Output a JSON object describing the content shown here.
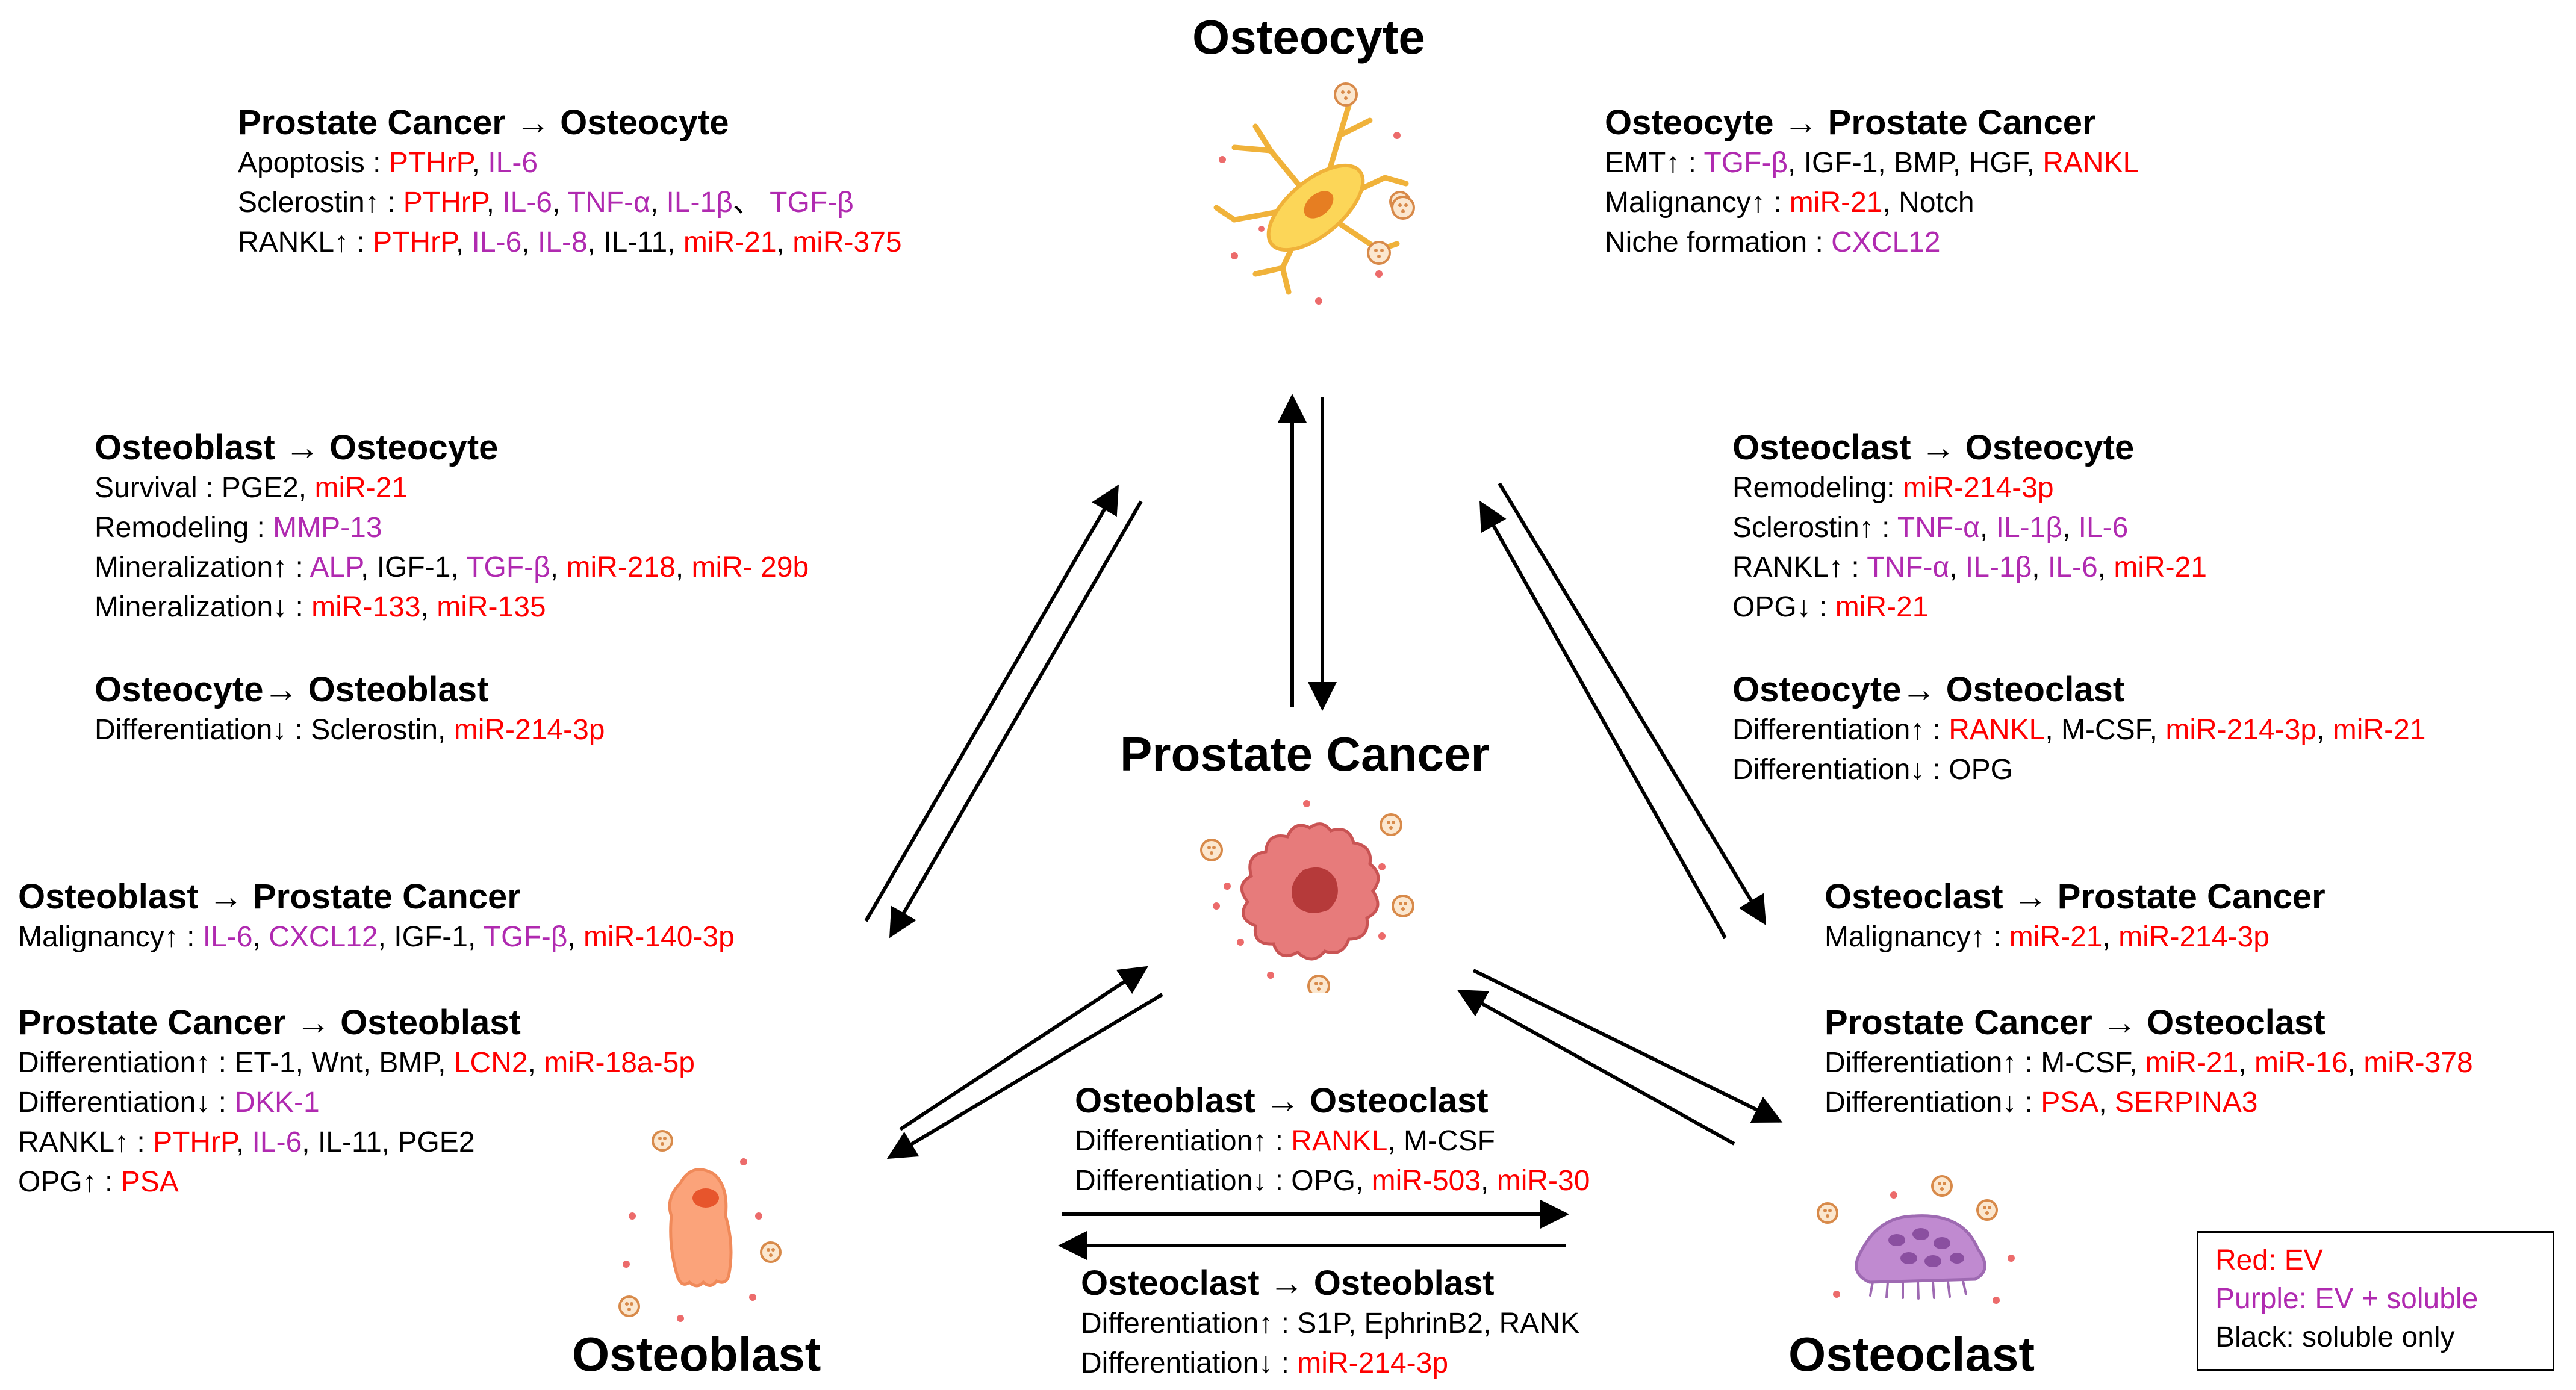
{
  "colors": {
    "ev": "#ff0000",
    "ev_soluble": "#b02ab0",
    "soluble": "#000000"
  },
  "cells": {
    "osteocyte": {
      "title": "Osteocyte",
      "icon": "osteocyte-cell-icon"
    },
    "prostate_cancer": {
      "title": "Prostate Cancer",
      "icon": "prostate-cancer-cell-icon"
    },
    "osteoblast": {
      "title": "Osteoblast",
      "icon": "osteoblast-cell-icon"
    },
    "osteoclast": {
      "title": "Osteoclast",
      "icon": "osteoclast-cell-icon"
    }
  },
  "blocks": [
    {
      "id": "pc-to-osteocyte",
      "heading": "Prostate Cancer → Osteocyte",
      "lines": [
        [
          [
            "Apoptosis : ",
            "k"
          ],
          [
            "PTHrP",
            "r"
          ],
          [
            ", ",
            "k"
          ],
          [
            "IL-6",
            "p"
          ]
        ],
        [
          [
            "Sclerostin↑ : ",
            "k"
          ],
          [
            "PTHrP",
            "r"
          ],
          [
            ", ",
            "k"
          ],
          [
            "IL-6",
            "p"
          ],
          [
            ", ",
            "k"
          ],
          [
            "TNF-α",
            "p"
          ],
          [
            ", ",
            "k"
          ],
          [
            "IL-1β",
            "p"
          ],
          [
            "、 ",
            "k"
          ],
          [
            "TGF-β",
            "p"
          ]
        ],
        [
          [
            "RANKL↑ : ",
            "k"
          ],
          [
            "PTHrP",
            "r"
          ],
          [
            ", ",
            "k"
          ],
          [
            "IL-6",
            "p"
          ],
          [
            ", ",
            "k"
          ],
          [
            "IL-8",
            "p"
          ],
          [
            ", IL-11, ",
            "k"
          ],
          [
            "miR-21",
            "r"
          ],
          [
            ", ",
            "k"
          ],
          [
            "miR-375",
            "r"
          ]
        ]
      ]
    },
    {
      "id": "osteocyte-to-pc",
      "heading": "Osteocyte → Prostate Cancer",
      "lines": [
        [
          [
            "EMT↑ : ",
            "k"
          ],
          [
            "TGF-β",
            "p"
          ],
          [
            ", IGF-1, BMP, HGF, ",
            "k"
          ],
          [
            "RANKL",
            "r"
          ]
        ],
        [
          [
            "Malignancy↑ : ",
            "k"
          ],
          [
            "miR-21",
            "r"
          ],
          [
            ", Notch",
            "k"
          ]
        ],
        [
          [
            "Niche formation : ",
            "k"
          ],
          [
            "CXCL12",
            "p"
          ]
        ]
      ]
    },
    {
      "id": "osteoblast-to-osteocyte",
      "heading": "Osteoblast → Osteocyte",
      "lines": [
        [
          [
            "Survival : PGE2, ",
            "k"
          ],
          [
            "miR-21",
            "r"
          ]
        ],
        [
          [
            "Remodeling : ",
            "k"
          ],
          [
            "MMP-13",
            "p"
          ]
        ],
        [
          [
            "Mineralization↑ : ",
            "k"
          ],
          [
            "ALP",
            "p"
          ],
          [
            ", IGF-1, ",
            "k"
          ],
          [
            "TGF-β",
            "p"
          ],
          [
            ", ",
            "k"
          ],
          [
            "miR-218",
            "r"
          ],
          [
            ", ",
            "k"
          ],
          [
            "miR- 29b",
            "r"
          ]
        ],
        [
          [
            "Mineralization↓ : ",
            "k"
          ],
          [
            "miR-133",
            "r"
          ],
          [
            ", ",
            "k"
          ],
          [
            "miR-135",
            "r"
          ]
        ]
      ]
    },
    {
      "id": "osteocyte-to-osteoblast",
      "heading": "Osteocyte→ Osteoblast",
      "lines": [
        [
          [
            "Differentiation↓ : Sclerostin, ",
            "k"
          ],
          [
            "miR-214-3p",
            "r"
          ]
        ]
      ]
    },
    {
      "id": "osteoclast-to-osteocyte",
      "heading": "Osteoclast → Osteocyte",
      "lines": [
        [
          [
            "Remodeling: ",
            "k"
          ],
          [
            "miR-214-3p",
            "r"
          ]
        ],
        [
          [
            "Sclerostin↑ : ",
            "k"
          ],
          [
            "TNF-α",
            "p"
          ],
          [
            ", ",
            "k"
          ],
          [
            "IL-1β",
            "p"
          ],
          [
            ", ",
            "k"
          ],
          [
            "IL-6",
            "p"
          ]
        ],
        [
          [
            "RANKL↑ : ",
            "k"
          ],
          [
            "TNF-α",
            "p"
          ],
          [
            ", ",
            "k"
          ],
          [
            "IL-1β",
            "p"
          ],
          [
            ", ",
            "k"
          ],
          [
            "IL-6",
            "p"
          ],
          [
            ", ",
            "k"
          ],
          [
            "miR-21",
            "r"
          ]
        ],
        [
          [
            "OPG↓ : ",
            "k"
          ],
          [
            "miR-21",
            "r"
          ]
        ]
      ]
    },
    {
      "id": "osteocyte-to-osteoclast",
      "heading": "Osteocyte→ Osteoclast",
      "lines": [
        [
          [
            "Differentiation↑ : ",
            "k"
          ],
          [
            "RANKL",
            "r"
          ],
          [
            ", M-CSF, ",
            "k"
          ],
          [
            "miR-214-3p",
            "r"
          ],
          [
            ", ",
            "k"
          ],
          [
            "miR-21",
            "r"
          ]
        ],
        [
          [
            "Differentiation↓ : OPG",
            "k"
          ]
        ]
      ]
    },
    {
      "id": "osteoblast-to-pc",
      "heading": "Osteoblast → Prostate Cancer",
      "lines": [
        [
          [
            "Malignancy↑ : ",
            "k"
          ],
          [
            "IL-6",
            "p"
          ],
          [
            ", ",
            "k"
          ],
          [
            "CXCL12",
            "p"
          ],
          [
            ", IGF-1, ",
            "k"
          ],
          [
            "TGF-β",
            "p"
          ],
          [
            ", ",
            "k"
          ],
          [
            "miR-140-3p",
            "r"
          ]
        ]
      ]
    },
    {
      "id": "pc-to-osteoblast",
      "heading": "Prostate Cancer → Osteoblast",
      "lines": [
        [
          [
            "Differentiation↑ : ET-1, Wnt, BMP, ",
            "k"
          ],
          [
            "LCN2",
            "r"
          ],
          [
            ", ",
            "k"
          ],
          [
            "miR-18a-5p",
            "r"
          ]
        ],
        [
          [
            "Differentiation↓ : ",
            "k"
          ],
          [
            "DKK-1",
            "p"
          ]
        ],
        [
          [
            "RANKL↑ : ",
            "k"
          ],
          [
            "PTHrP",
            "r"
          ],
          [
            ", ",
            "k"
          ],
          [
            "IL-6",
            "p"
          ],
          [
            ", IL-11, PGE2",
            "k"
          ]
        ],
        [
          [
            "OPG↑ : ",
            "k"
          ],
          [
            "PSA",
            "r"
          ]
        ]
      ]
    },
    {
      "id": "osteoclast-to-pc",
      "heading": "Osteoclast → Prostate Cancer",
      "lines": [
        [
          [
            "Malignancy↑ : ",
            "k"
          ],
          [
            "miR-21",
            "r"
          ],
          [
            ", ",
            "k"
          ],
          [
            "miR-214-3p",
            "r"
          ]
        ]
      ]
    },
    {
      "id": "pc-to-osteoclast",
      "heading": "Prostate Cancer → Osteoclast",
      "lines": [
        [
          [
            "Differentiation↑ : M-CSF, ",
            "k"
          ],
          [
            "miR-21",
            "r"
          ],
          [
            ", ",
            "k"
          ],
          [
            "miR-16",
            "r"
          ],
          [
            ", ",
            "k"
          ],
          [
            "miR-378",
            "r"
          ]
        ],
        [
          [
            "Differentiation↓ : ",
            "k"
          ],
          [
            "PSA",
            "r"
          ],
          [
            ", ",
            "k"
          ],
          [
            "SERPINA3",
            "r"
          ]
        ]
      ]
    },
    {
      "id": "osteoblast-to-osteoclast",
      "heading": "Osteoblast → Osteoclast",
      "lines": [
        [
          [
            "Differentiation↑ : ",
            "k"
          ],
          [
            "RANKL",
            "r"
          ],
          [
            ", M-CSF",
            "k"
          ]
        ],
        [
          [
            "Differentiation↓ : OPG, ",
            "k"
          ],
          [
            "miR-503",
            "r"
          ],
          [
            ", ",
            "k"
          ],
          [
            "miR-30",
            "r"
          ]
        ]
      ]
    },
    {
      "id": "osteoclast-to-osteoblast",
      "heading": "Osteoclast → Osteoblast",
      "lines": [
        [
          [
            "Differentiation↑ : S1P, EphrinB2, RANK",
            "k"
          ]
        ],
        [
          [
            "Differentiation↓ : ",
            "k"
          ],
          [
            "miR-214-3p",
            "r"
          ]
        ]
      ]
    }
  ],
  "legend": {
    "items": [
      {
        "label": "Red: EV",
        "color": "#ff0000"
      },
      {
        "label": "Purple: EV + soluble",
        "color": "#b02ab0"
      },
      {
        "label": "Black: soluble only",
        "color": "#000000"
      }
    ]
  }
}
